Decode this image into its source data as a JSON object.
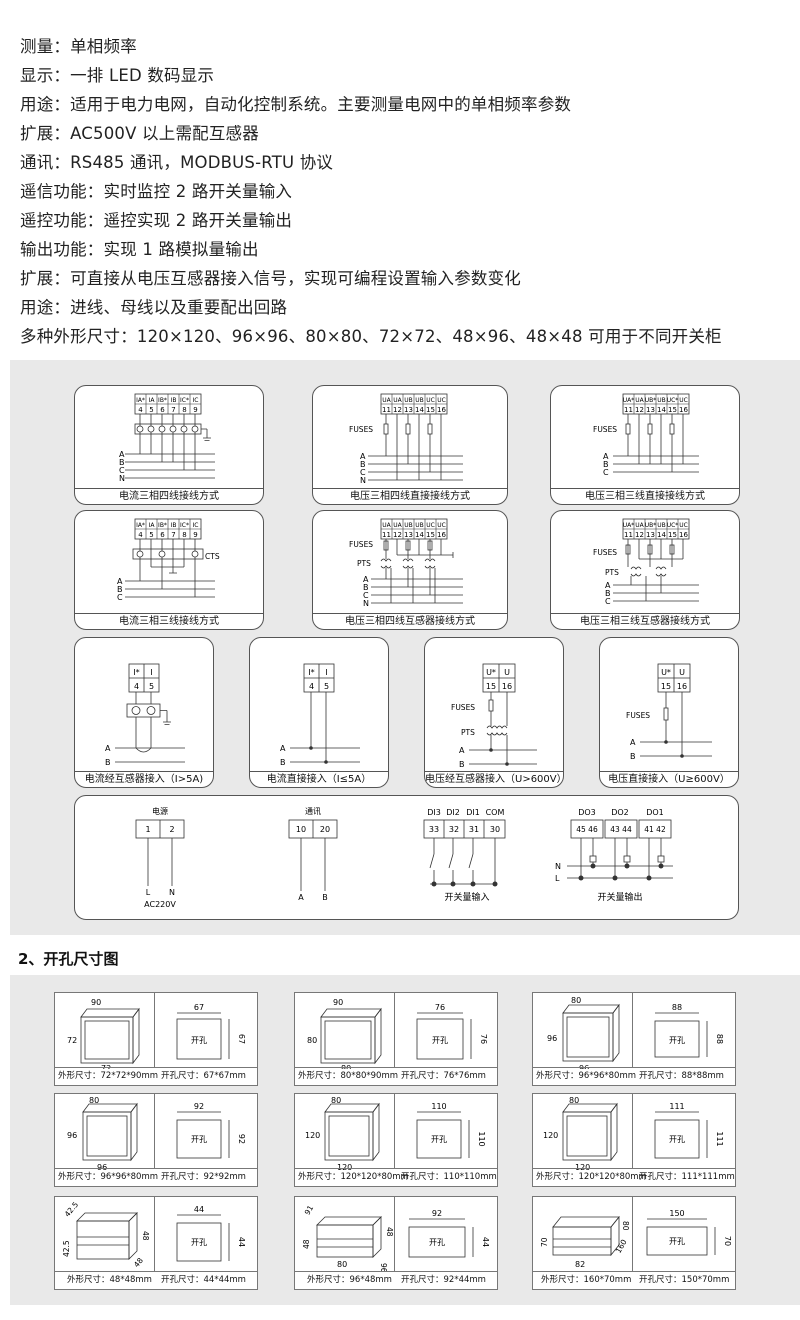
{
  "spec_lines": [
    "测量：单相频率",
    "显示：一排 LED 数码显示",
    "用途：适用于电力电网，自动化控制系统。主要测量电网中的单相频率参数",
    "扩展：AC500V 以上需配互感器",
    "通讯：RS485 通讯，MODBUS-RTU 协议",
    "遥信功能：实时监控 2 路开关量输入",
    "遥控功能：遥控实现 2 路开关量输出",
    "输出功能：实现 1 路模拟量输出",
    "扩展：可直接从电压互感器接入信号，实现可编程设置输入参数变化",
    "用途：进线、母线以及重要配出回路",
    "多种外形尺寸：120×120、96×96、80×80、72×72、48×96、48×48 可用于不同开关柜"
  ],
  "labels": {
    "fuses": "FUSES",
    "pts": "PTS",
    "cts": "CTS",
    "line_a": "A",
    "line_b": "B",
    "line_c": "C",
    "line_n": "N",
    "line_l": "L",
    "ac220v": "AC220V",
    "kaikong": "开孔"
  },
  "wiring_row1": [
    {
      "caption": "电流三相四线接线方式",
      "terms": [
        "IA*",
        "IA",
        "IB*",
        "IB",
        "IC*",
        "IC"
      ],
      "nums": [
        "4",
        "5",
        "6",
        "7",
        "8",
        "9"
      ]
    },
    {
      "caption": "电压三相四线直接接线方式",
      "terms": [
        "UA",
        "UA",
        "UB",
        "UB",
        "UC",
        "UC"
      ],
      "nums": [
        "11",
        "12",
        "13",
        "14",
        "15",
        "16"
      ]
    },
    {
      "caption": "电压三相三线直接接线方式",
      "terms": [
        "UA*",
        "UA",
        "UB*",
        "UB",
        "UC*",
        "UC"
      ],
      "nums": [
        "11",
        "12",
        "13",
        "14",
        "15",
        "16"
      ]
    }
  ],
  "wiring_row2": [
    {
      "caption": "电流三相三线接线方式",
      "terms": [
        "IA*",
        "IA",
        "IB*",
        "IB",
        "IC*",
        "IC"
      ],
      "nums": [
        "4",
        "5",
        "6",
        "7",
        "8",
        "9"
      ]
    },
    {
      "caption": "电压三相四线互感器接线方式",
      "terms": [
        "UA",
        "UA",
        "UB",
        "UB",
        "UC",
        "UC"
      ],
      "nums": [
        "11",
        "12",
        "13",
        "14",
        "15",
        "16"
      ]
    },
    {
      "caption": "电压三相三线互感器接线方式",
      "terms": [
        "UA*",
        "UA",
        "UB*",
        "UB",
        "UC*",
        "UC"
      ],
      "nums": [
        "11",
        "12",
        "13",
        "14",
        "15",
        "16"
      ]
    }
  ],
  "wiring_row3": [
    {
      "caption": "电流经互感器接入（I>5A)",
      "terms": [
        "I*",
        "I"
      ],
      "nums": [
        "4",
        "5"
      ]
    },
    {
      "caption": "电流直接接入（I≤5A）",
      "terms": [
        "I*",
        "I"
      ],
      "nums": [
        "4",
        "5"
      ]
    },
    {
      "caption": "电压经互感器接入（U>600V）",
      "terms": [
        "U*",
        "U"
      ],
      "nums": [
        "15",
        "16"
      ]
    },
    {
      "caption": "电压直接接入（U≥600V）",
      "terms": [
        "U*",
        "U"
      ],
      "nums": [
        "15",
        "16"
      ]
    }
  ],
  "aux": {
    "power": {
      "title": "电源",
      "nums": [
        "1",
        "2"
      ],
      "wires": [
        "L",
        "N"
      ]
    },
    "comm": {
      "title": "通讯",
      "nums": [
        "10",
        "20"
      ],
      "wires": [
        "A",
        "B"
      ]
    },
    "di": {
      "titles": [
        "DI3",
        "DI2",
        "DI1",
        "COM"
      ],
      "nums": [
        "33",
        "32",
        "31",
        "30"
      ],
      "caption": "开关量输入"
    },
    "do": {
      "titles": [
        "DO3",
        "DO2",
        "DO1"
      ],
      "nums": [
        "45 46",
        "43 44",
        "41 42"
      ],
      "caption": "开关量输出"
    }
  },
  "cutout_title": "2、开孔尺寸图",
  "cutouts": [
    {
      "dims": [
        "90",
        "72",
        "72"
      ],
      "cut": [
        "67",
        "67"
      ],
      "outline": "外形尺寸：72*72*90mm",
      "hole": "开孔尺寸：67*67mm"
    },
    {
      "dims": [
        "90",
        "80",
        "80"
      ],
      "cut": [
        "76",
        "76"
      ],
      "outline": "外形尺寸：80*80*90mm",
      "hole": "开孔尺寸：76*76mm"
    },
    {
      "dims": [
        "80",
        "96",
        "96"
      ],
      "cut": [
        "88",
        "88"
      ],
      "outline": "外形尺寸：96*96*80mm",
      "hole": "开孔尺寸：88*88mm"
    },
    {
      "dims": [
        "80",
        "96",
        "96"
      ],
      "cut": [
        "92",
        "92"
      ],
      "outline": "外形尺寸：96*96*80mm",
      "hole": "开孔尺寸：92*92mm"
    },
    {
      "dims": [
        "80",
        "120",
        "120"
      ],
      "cut": [
        "110",
        "110"
      ],
      "outline": "外形尺寸：120*120*80mm",
      "hole": "开孔尺寸：110*110mm"
    },
    {
      "dims": [
        "80",
        "120",
        "120"
      ],
      "cut": [
        "111",
        "111"
      ],
      "outline": "外形尺寸：120*120*80mm",
      "hole": "开孔尺寸：111*111mm"
    },
    {
      "dims": [
        "42.5",
        "42.5",
        "48",
        "48"
      ],
      "cut": [
        "44",
        "44"
      ],
      "outline": "外形尺寸：48*48mm",
      "hole": "开孔尺寸：44*44mm"
    },
    {
      "dims": [
        "91",
        "48",
        "80",
        "48",
        "96"
      ],
      "cut": [
        "92",
        "44"
      ],
      "outline": "外形尺寸：96*48mm",
      "hole": "开孔尺寸：92*44mm"
    },
    {
      "dims": [
        "70",
        "82",
        "80",
        "160"
      ],
      "cut": [
        "150",
        "70"
      ],
      "outline": "外形尺寸：160*70mm",
      "hole": "开孔尺寸：150*70mm"
    }
  ]
}
